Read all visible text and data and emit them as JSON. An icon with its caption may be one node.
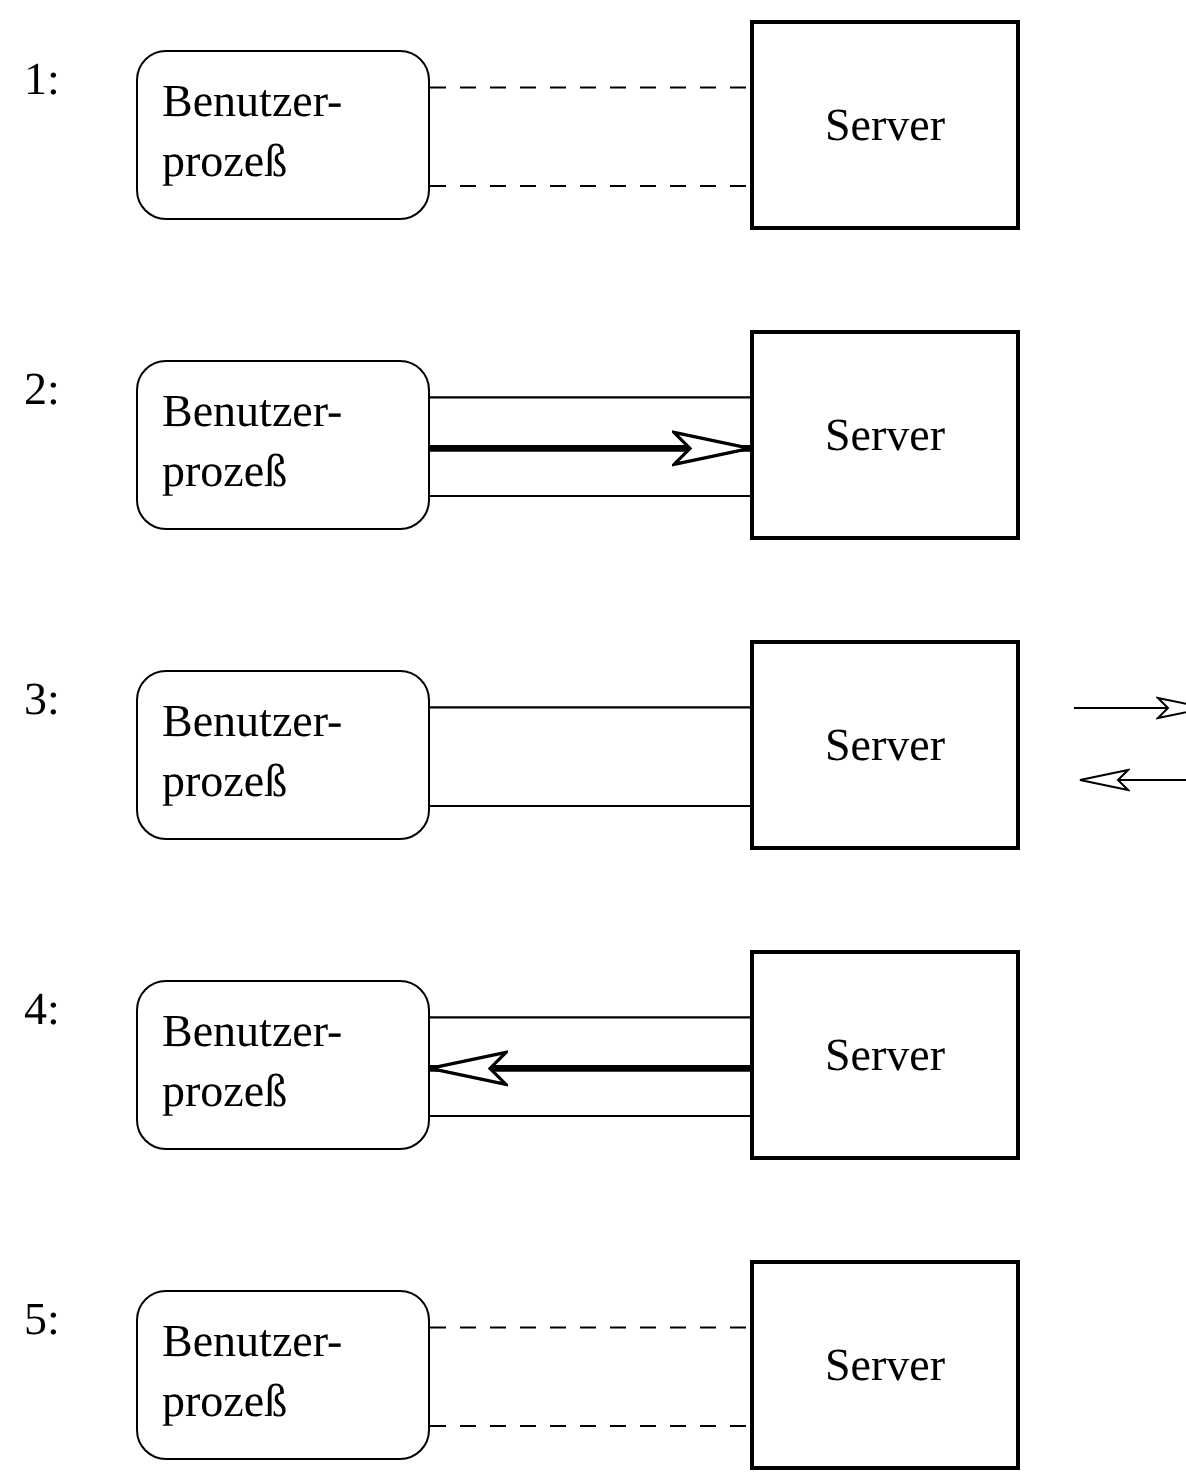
{
  "diagram": {
    "nodes": [
      {
        "text": [
          "Benutzer- prozeß"
        ]
      },
      {
        "text": [
          "Server"
        ]
      },
      {
        "text": [
          "Benutzer- prozeß"
        ]
      },
      {
        "text": [
          "Server"
        ]
      },
      {
        "text": [
          "Benutzer- prozeß"
        ]
      },
      {
        "text": [
          "Server"
        ]
      },
      {
        "text": [
          "Benutzer- prozeß"
        ]
      },
      {
        "text": [
          "Server"
        ]
      },
      {
        "text": [
          "Benutzer- prozeß"
        ]
      },
      {
        "text": [
          "Server"
        ]
      }
    ],
    "edges": [
      {
        "from": 0,
        "to": 1,
        "arrow": "none",
        "style": "dashed"
      },
      {
        "from": 0,
        "to": 1,
        "arrow": "none",
        "style": "dashed"
      },
      {
        "from": 2,
        "to": 3,
        "arrow": "none"
      },
      {
        "from": 2,
        "to": 3,
        "arrow": "to",
        "style": "thick"
      },
      {
        "from": 2,
        "to": 3,
        "arrow": "none"
      },
      {
        "from": 4,
        "to": 5,
        "arrow": "none"
      },
      {
        "from": 4,
        "to": 5,
        "arrow": "none"
      },
      {
        "from": 6,
        "to": 7,
        "arrow": "none"
      },
      {
        "from": 7,
        "to": 6,
        "arrow": "to",
        "style": "thick"
      },
      {
        "from": 6,
        "to": 7,
        "arrow": "none"
      },
      {
        "from": 8,
        "to": 9,
        "arrow": "none",
        "style": "dashed"
      },
      {
        "from": 8,
        "to": 9,
        "arrow": "none",
        "style": "dashed"
      }
    ],
    "labels": [
      "1:",
      "2:",
      "3:",
      "4:",
      "5:"
    ]
  }
}
